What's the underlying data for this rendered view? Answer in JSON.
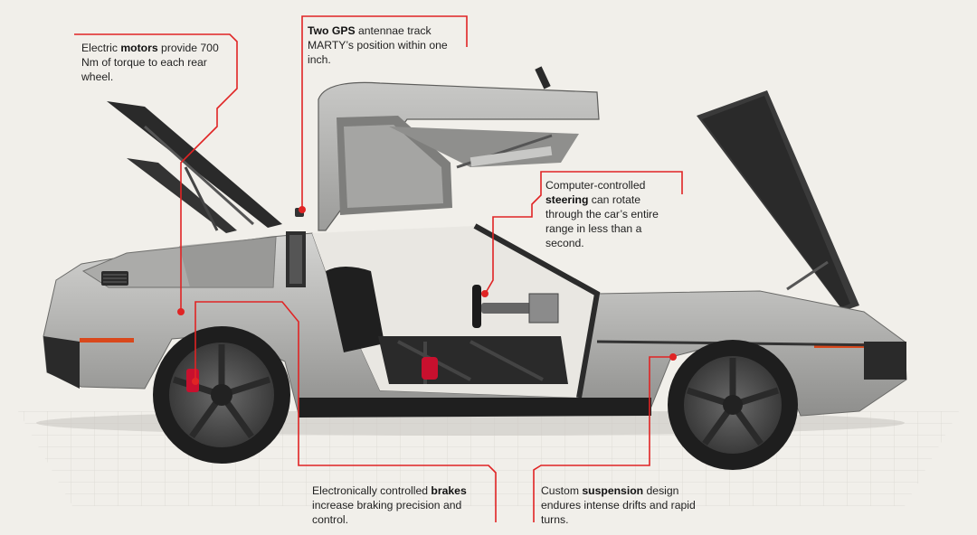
{
  "colors": {
    "background": "#f1efea",
    "callout_line": "#e02424",
    "callout_dot": "#e02424",
    "body_steel": "#b8b8b6",
    "tire": "#1e1e1e"
  },
  "callouts": {
    "motors": {
      "pre": "Electric ",
      "bold": "motors",
      "post": " provide 700 Nm of torque to each rear wheel."
    },
    "gps": {
      "pre": "",
      "bold": "Two GPS",
      "post": " antennae track MARTY’s position within one inch."
    },
    "steering": {
      "pre": "Computer-controlled ",
      "bold": "steering",
      "post": " can rotate through the car’s entire range in less than a second."
    },
    "brakes": {
      "pre": "Electronically controlled ",
      "bold": "brakes",
      "post": " increase braking precision and control."
    },
    "suspension": {
      "pre": "Custom ",
      "bold": "suspension",
      "post": " design endures intense drifts and rapid turns."
    }
  }
}
